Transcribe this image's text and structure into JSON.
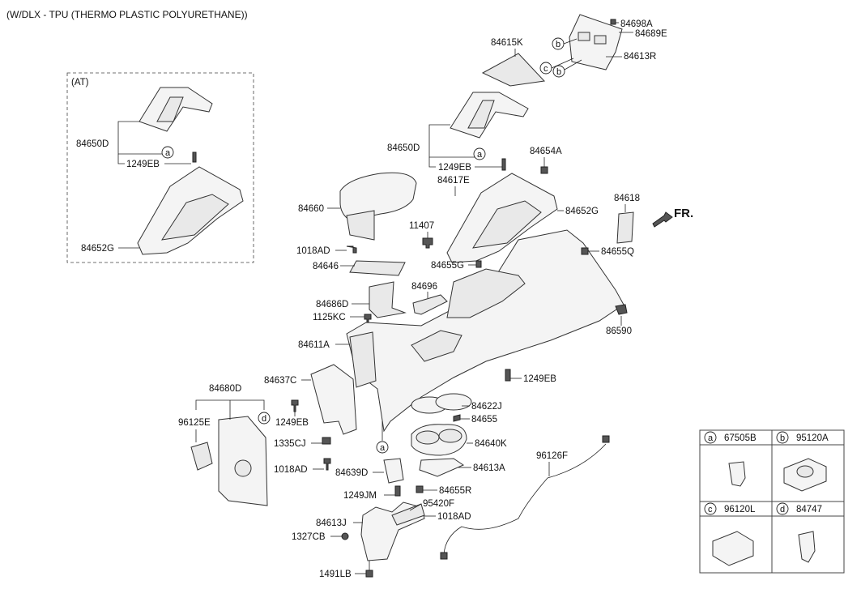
{
  "header": {
    "note": "(W/DLX - TPU (THERMO PLASTIC POLYURETHANE))"
  },
  "inset": {
    "title": "(AT)"
  },
  "front_marker": {
    "label": "FR."
  },
  "parts": {
    "p84698A": "84698A",
    "p84689E": "84689E",
    "p84615K": "84615K",
    "p84613R": "84613R",
    "at_84650D": "84650D",
    "at_1249EB": "1249EB",
    "at_84652G": "84652G",
    "p84650D": "84650D",
    "p1249EB_a": "1249EB",
    "p84654A": "84654A",
    "p84617E": "84617E",
    "p84618": "84618",
    "p84660": "84660",
    "p11407": "11407",
    "p84652G": "84652G",
    "p1018AD_a": "1018AD",
    "p84655Q": "84655Q",
    "p84646": "84646",
    "p84655G": "84655G",
    "p84686D": "84686D",
    "p84696": "84696",
    "p1125KC": "1125KC",
    "p86590": "86590",
    "p84611A": "84611A",
    "p1249EB_b": "1249EB",
    "p84637C": "84637C",
    "p84680D": "84680D",
    "p84622J": "84622J",
    "p1249EB_c": "1249EB",
    "p84655": "84655",
    "p96125E": "96125E",
    "p1335CJ": "1335CJ",
    "p84640K": "84640K",
    "p1018AD_b": "1018AD",
    "p84639D": "84639D",
    "p84613A": "84613A",
    "p96126F": "96126F",
    "p1249JM": "1249JM",
    "p84655R": "84655R",
    "p95420F": "95420F",
    "p84613J": "84613J",
    "p1018AD_c": "1018AD",
    "p1327CB": "1327CB",
    "p1491LB": "1491LB"
  },
  "callouts": {
    "a": "a",
    "b": "b",
    "c": "c",
    "d": "d"
  },
  "legend": {
    "a": {
      "letter": "a",
      "code": "67505B"
    },
    "b": {
      "letter": "b",
      "code": "95120A"
    },
    "c": {
      "letter": "c",
      "code": "96120L"
    },
    "d": {
      "letter": "d",
      "code": "84747"
    }
  }
}
